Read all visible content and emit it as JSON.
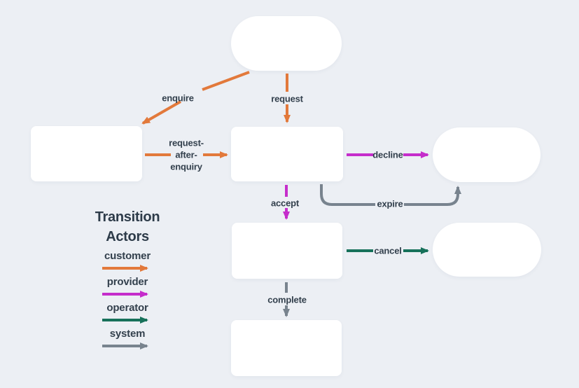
{
  "diagram": {
    "legend": {
      "title_line1": "Transition",
      "title_line2": "Actors",
      "actors": [
        {
          "name": "customer",
          "color": "#E2793B"
        },
        {
          "name": "provider",
          "color": "#C52DCB"
        },
        {
          "name": "operator",
          "color": "#17715A"
        },
        {
          "name": "system",
          "color": "#78838E"
        }
      ]
    },
    "edges": {
      "enquire": {
        "label": "enquire",
        "actor": "customer"
      },
      "request": {
        "label": "request",
        "actor": "customer"
      },
      "request_after_enquiry": {
        "lines": [
          "request-",
          "after-",
          "enquiry"
        ],
        "actor": "customer"
      },
      "decline": {
        "label": "decline",
        "actor": "provider"
      },
      "accept": {
        "label": "accept",
        "actor": "provider"
      },
      "expire": {
        "label": "expire",
        "actor": "system"
      },
      "cancel": {
        "label": "cancel",
        "actor": "operator"
      },
      "complete": {
        "label": "complete",
        "actor": "system"
      }
    },
    "colors": {
      "background": "#ECEFF4",
      "node_fill": "#FFFFFF",
      "label_text": "#33404D"
    }
  }
}
